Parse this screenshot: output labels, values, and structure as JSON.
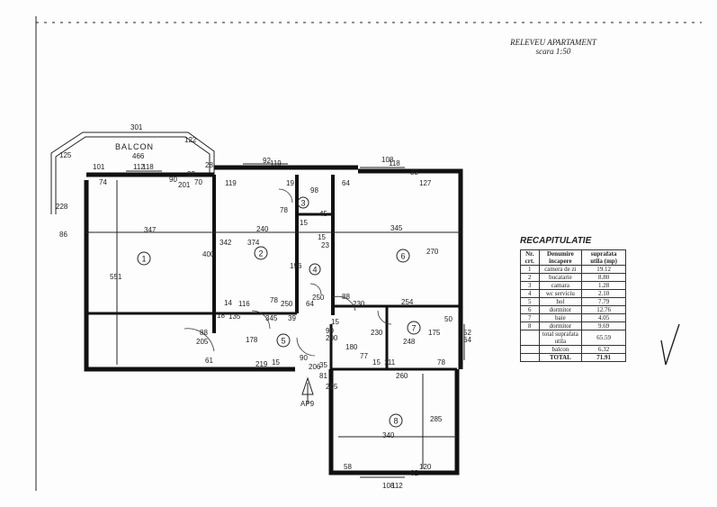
{
  "header": {
    "title": "RELEVEU APARTAMENT",
    "scale": "scara 1:50"
  },
  "balcony_label": "BALCON",
  "entrance_label": "AP9",
  "recap": {
    "title": "RECAPITULATIE",
    "headers": [
      "Nr. crt.",
      "Denumire incapere",
      "suprafata utila (mp)"
    ],
    "rows": [
      [
        "1",
        "camera de zi",
        "19.12"
      ],
      [
        "2",
        "bucatarie",
        "8.80"
      ],
      [
        "3",
        "camara",
        "1.28"
      ],
      [
        "4",
        "wc serviciu",
        "2.10"
      ],
      [
        "5",
        "hol",
        "7.79"
      ],
      [
        "6",
        "dormitor",
        "12.76"
      ],
      [
        "7",
        "baie",
        "4.05"
      ],
      [
        "8",
        "dormitor",
        "9.69"
      ],
      [
        "",
        "total suprafata utila",
        "65.59"
      ],
      [
        "",
        "balcon",
        "6.32"
      ],
      [
        "",
        "TOTAL",
        "71.91"
      ]
    ]
  },
  "rooms": [
    {
      "id": "1"
    },
    {
      "id": "2"
    },
    {
      "id": "3"
    },
    {
      "id": "4"
    },
    {
      "id": "5"
    },
    {
      "id": "6"
    },
    {
      "id": "7"
    },
    {
      "id": "8"
    }
  ],
  "dimensions": {
    "balcony": [
      "301",
      "466",
      "125",
      "122",
      "228",
      "86"
    ],
    "room1": [
      "347",
      "551",
      "101",
      "112",
      "118",
      "74",
      "90",
      "201",
      "205",
      "88",
      "61"
    ],
    "room2": [
      "119",
      "240",
      "374",
      "342",
      "400",
      "116",
      "135",
      "345",
      "14",
      "18",
      "70",
      "32",
      "28",
      "92",
      "119"
    ],
    "room3": [
      "19",
      "98",
      "78",
      "45",
      "15"
    ],
    "room4": [
      "15",
      "23",
      "196",
      "78",
      "250",
      "64",
      "250",
      "39"
    ],
    "room5": [
      "178",
      "219",
      "15",
      "90",
      "206",
      "88",
      "230",
      "200",
      "90",
      "180",
      "15",
      "35"
    ],
    "room6": [
      "64",
      "127",
      "345",
      "270",
      "33",
      "108",
      "118",
      "254"
    ],
    "room7": [
      "230",
      "248",
      "175",
      "50",
      "52",
      "64",
      "111",
      "77",
      "78",
      "15"
    ],
    "room8": [
      "260",
      "285",
      "340",
      "58",
      "120",
      "62",
      "81",
      "205",
      "108",
      "112"
    ]
  }
}
